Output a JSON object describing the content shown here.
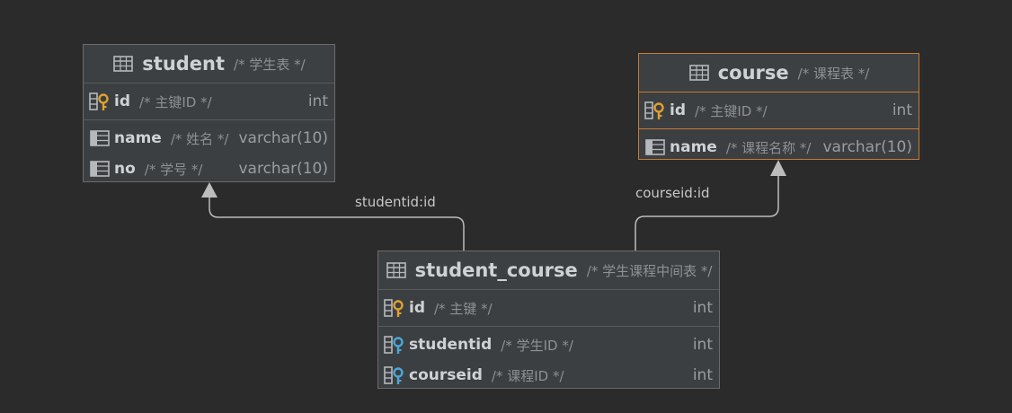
{
  "tables": {
    "student": {
      "name": "student",
      "comment": "/* 学生表 */",
      "columns": [
        {
          "name": "id",
          "comment": "/* 主键ID */",
          "type": "int",
          "kind": "pk"
        },
        {
          "name": "name",
          "comment": "/* 姓名 */",
          "type": "varchar(10)",
          "kind": "col"
        },
        {
          "name": "no",
          "comment": "/* 学号 */",
          "type": "varchar(10)",
          "kind": "col"
        }
      ]
    },
    "course": {
      "name": "course",
      "comment": "/* 课程表 */",
      "columns": [
        {
          "name": "id",
          "comment": "/* 主键ID */",
          "type": "int",
          "kind": "pk"
        },
        {
          "name": "name",
          "comment": "/* 课程名称 */",
          "type": "varchar(10)",
          "kind": "col"
        }
      ]
    },
    "student_course": {
      "name": "student_course",
      "comment": "/* 学生课程中间表 */",
      "columns": [
        {
          "name": "id",
          "comment": "/* 主键 */",
          "type": "int",
          "kind": "pk"
        },
        {
          "name": "studentid",
          "comment": "/* 学生ID */",
          "type": "int",
          "kind": "fk"
        },
        {
          "name": "courseid",
          "comment": "/* 课程ID */",
          "type": "int",
          "kind": "fk"
        }
      ]
    }
  },
  "relations": [
    {
      "label": "studentid:id",
      "from": "student_course",
      "to": "student"
    },
    {
      "label": "courseid:id",
      "from": "student_course",
      "to": "course"
    }
  ],
  "colors": {
    "background": "#2b2b2b",
    "table_bg": "#3c3f41",
    "selected_border": "#c87a32",
    "key_gold": "#e0a030",
    "fk_blue": "#4aa8d8"
  }
}
